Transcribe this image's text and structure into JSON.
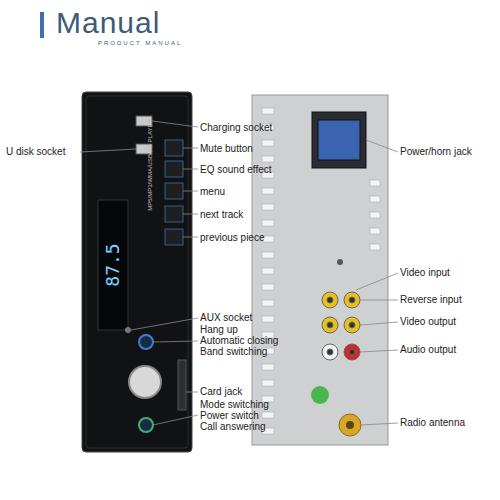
{
  "diagram": {
    "title": "Manual",
    "labels": [
      "PRODUCT MANUAL",
      "Charging socket",
      "U disk socket",
      "Mute button",
      "EQ sound effect",
      "menu",
      "next track",
      "previous piece",
      "AUX socket",
      "Hang up",
      "Automatic closing",
      "Band switching",
      "Card jack",
      "Mode switching",
      "Power switch",
      "Call answering",
      "Power/horn jack",
      "Video input",
      "Reverse input",
      "Video output",
      "Audio output",
      "Radio antenna",
      "MP5/MP3/WMA/USB/SD PLAYER",
      "87.5"
    ]
  }
}
